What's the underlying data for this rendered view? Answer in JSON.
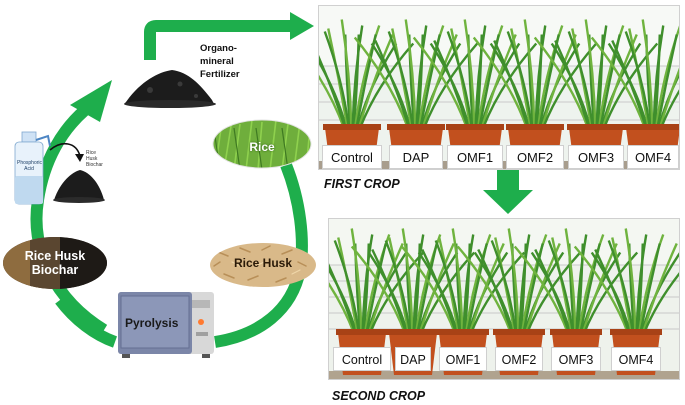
{
  "cycle": {
    "fertilizer_label_lines": [
      "Organo-",
      "mineral",
      "Fertilizer"
    ],
    "rice_label": "Rice",
    "rice_husk_label": "Rice Husk",
    "pyrolysis_label": "Pyrolysis",
    "biochar_label_lines": [
      "Rice Husk",
      "Biochar"
    ],
    "bottle_label_lines": [
      "Phosphoric",
      "Acid"
    ],
    "mini_biochar_lines": [
      "Rice",
      "Husk",
      "Biochar"
    ]
  },
  "first_crop": {
    "title": "FIRST CROP",
    "pots": [
      "Control",
      "DAP",
      "OMF1",
      "OMF2",
      "OMF3",
      "OMF4"
    ]
  },
  "second_crop": {
    "title": "SECOND CROP",
    "pots": [
      "Control",
      "DAP",
      "OMF1",
      "OMF2",
      "OMF3",
      "OMF4"
    ]
  },
  "colors": {
    "arrow_green": "#1eae4c",
    "pot_orange": "#c2501e",
    "leaf_green": "#3f8f2c",
    "biochar_black": "#1c1c1c"
  }
}
